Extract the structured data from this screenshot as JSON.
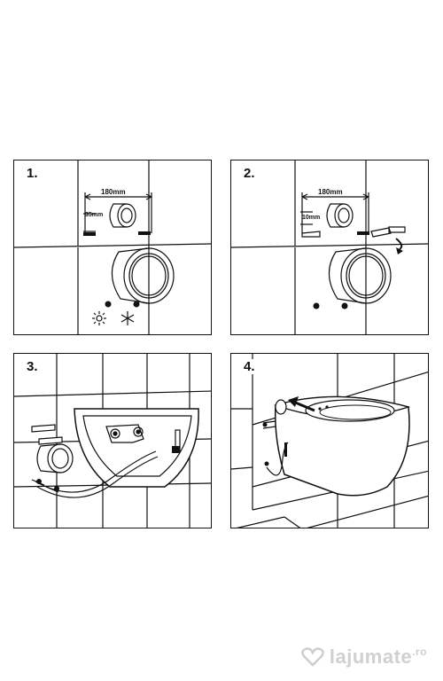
{
  "steps": [
    {
      "number": "1.",
      "width_label": "180mm",
      "offset_label": "35mm"
    },
    {
      "number": "2.",
      "width_label": "180mm",
      "offset_label": "10mm"
    },
    {
      "number": "3."
    },
    {
      "number": "4."
    }
  ],
  "watermark": {
    "brand": "lajumate",
    "suffix": ".ro"
  },
  "icons": [
    "hot-water-icon",
    "cold-water-icon",
    "rotate-arrow-icon",
    "push-arrow-icon",
    "heart-logo-icon"
  ]
}
